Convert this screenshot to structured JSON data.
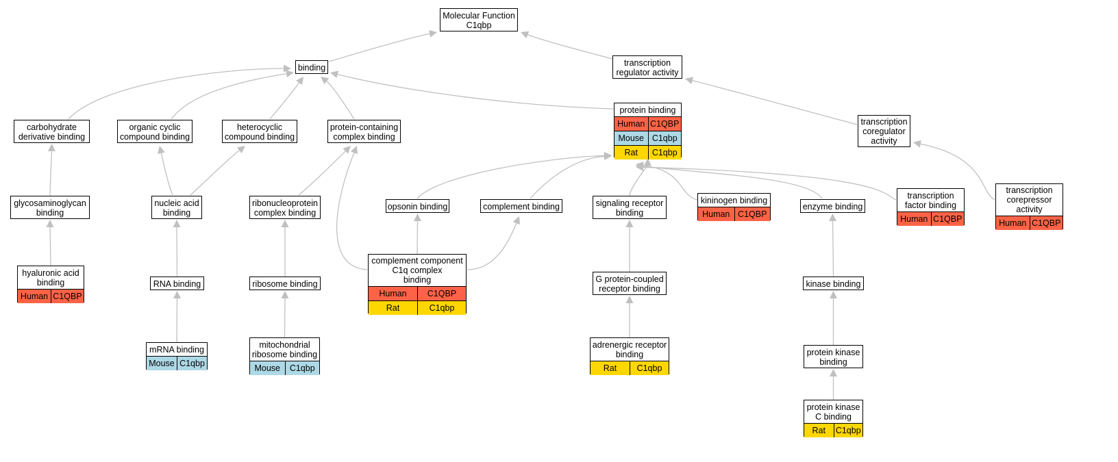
{
  "graph": {
    "nodes": [
      {
        "id": "mf",
        "label": "Molecular Function\nC1qbp",
        "species": []
      },
      {
        "id": "binding",
        "label": "binding",
        "species": []
      },
      {
        "id": "tra",
        "label": "transcription\nregulator activity",
        "species": []
      },
      {
        "id": "carb",
        "label": "carbohydrate\nderivative binding",
        "species": []
      },
      {
        "id": "occb",
        "label": "organic cyclic\ncompound binding",
        "species": []
      },
      {
        "id": "hccb",
        "label": "heterocyclic\ncompound binding",
        "species": []
      },
      {
        "id": "pccb",
        "label": "protein-containing\ncomplex binding",
        "species": []
      },
      {
        "id": "pb",
        "label": "protein binding",
        "species": [
          {
            "sp": "Human",
            "gene": "C1QBP"
          },
          {
            "sp": "Mouse",
            "gene": "C1qbp"
          },
          {
            "sp": "Rat",
            "gene": "C1qbp"
          }
        ]
      },
      {
        "id": "tca",
        "label": "transcription\ncoregulator\nactivity",
        "species": []
      },
      {
        "id": "gag",
        "label": "glycosaminoglycan\nbinding",
        "species": []
      },
      {
        "id": "nab",
        "label": "nucleic acid\nbinding",
        "species": []
      },
      {
        "id": "rnpcb",
        "label": "ribonucleoprotein\ncomplex binding",
        "species": []
      },
      {
        "id": "ops",
        "label": "opsonin binding",
        "species": []
      },
      {
        "id": "comp",
        "label": "complement binding",
        "species": []
      },
      {
        "id": "srb",
        "label": "signaling receptor\nbinding",
        "species": []
      },
      {
        "id": "kin",
        "label": "kininogen binding",
        "species": [
          {
            "sp": "Human",
            "gene": "C1QBP"
          }
        ]
      },
      {
        "id": "enz",
        "label": "enzyme binding",
        "species": []
      },
      {
        "id": "tfb",
        "label": "transcription\nfactor binding",
        "species": [
          {
            "sp": "Human",
            "gene": "C1QBP"
          }
        ]
      },
      {
        "id": "tcra",
        "label": "transcription\ncorepressor\nactivity",
        "species": [
          {
            "sp": "Human",
            "gene": "C1QBP"
          }
        ]
      },
      {
        "id": "hab",
        "label": "hyaluronic acid\nbinding",
        "species": [
          {
            "sp": "Human",
            "gene": "C1QBP"
          }
        ]
      },
      {
        "id": "rnab",
        "label": "RNA binding",
        "species": []
      },
      {
        "id": "ribo",
        "label": "ribosome binding",
        "species": []
      },
      {
        "id": "c1q",
        "label": "complement component\nC1q complex\nbinding",
        "species": [
          {
            "sp": "Human",
            "gene": "C1QBP"
          },
          {
            "sp": "Rat",
            "gene": "C1qbp"
          }
        ]
      },
      {
        "id": "gpcr",
        "label": "G protein-coupled\nreceptor binding",
        "species": []
      },
      {
        "id": "kb",
        "label": "kinase binding",
        "species": []
      },
      {
        "id": "mrna",
        "label": "mRNA binding",
        "species": [
          {
            "sp": "Mouse",
            "gene": "C1qbp"
          }
        ]
      },
      {
        "id": "mito",
        "label": "mitochondrial\nribosome binding",
        "species": [
          {
            "sp": "Mouse",
            "gene": "C1qbp"
          }
        ]
      },
      {
        "id": "adr",
        "label": "adrenergic receptor\nbinding",
        "species": [
          {
            "sp": "Rat",
            "gene": "C1qbp"
          }
        ]
      },
      {
        "id": "pkb",
        "label": "protein kinase\nbinding",
        "species": []
      },
      {
        "id": "pkc",
        "label": "protein kinase\nC binding",
        "species": [
          {
            "sp": "Rat",
            "gene": "C1qbp"
          }
        ]
      }
    ],
    "edges": [
      {
        "from": "binding",
        "to": "mf"
      },
      {
        "from": "tra",
        "to": "mf"
      },
      {
        "from": "carb",
        "to": "binding"
      },
      {
        "from": "occb",
        "to": "binding"
      },
      {
        "from": "hccb",
        "to": "binding"
      },
      {
        "from": "pccb",
        "to": "binding"
      },
      {
        "from": "pb",
        "to": "binding"
      },
      {
        "from": "tca",
        "to": "tra"
      },
      {
        "from": "gag",
        "to": "carb"
      },
      {
        "from": "nab",
        "to": "occb"
      },
      {
        "from": "nab",
        "to": "hccb"
      },
      {
        "from": "rnpcb",
        "to": "pccb"
      },
      {
        "from": "c1q",
        "to": "pccb"
      },
      {
        "from": "ops",
        "to": "pb"
      },
      {
        "from": "comp",
        "to": "pb"
      },
      {
        "from": "srb",
        "to": "pb"
      },
      {
        "from": "kin",
        "to": "pb"
      },
      {
        "from": "enz",
        "to": "pb"
      },
      {
        "from": "tfb",
        "to": "pb"
      },
      {
        "from": "tcra",
        "to": "tca"
      },
      {
        "from": "hab",
        "to": "gag"
      },
      {
        "from": "rnab",
        "to": "nab"
      },
      {
        "from": "ribo",
        "to": "rnpcb"
      },
      {
        "from": "c1q",
        "to": "ops"
      },
      {
        "from": "c1q",
        "to": "comp"
      },
      {
        "from": "gpcr",
        "to": "srb"
      },
      {
        "from": "kb",
        "to": "enz"
      },
      {
        "from": "mrna",
        "to": "rnab"
      },
      {
        "from": "mito",
        "to": "ribo"
      },
      {
        "from": "adr",
        "to": "gpcr"
      },
      {
        "from": "pkb",
        "to": "kb"
      },
      {
        "from": "pkc",
        "to": "pkb"
      }
    ]
  },
  "colors": {
    "Human": "#ff6347",
    "Mouse": "#add8e6",
    "Rat": "#ffd700",
    "edge": "#c0c0c0"
  }
}
